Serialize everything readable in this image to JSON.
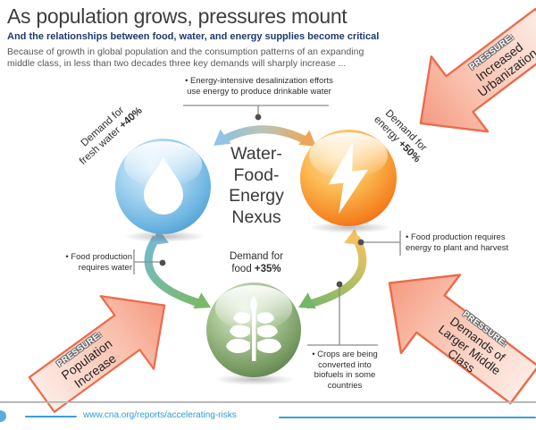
{
  "header": {
    "title": "As population grows, pressures mount",
    "subtitle": "And the relationships between food, water, and energy supplies become critical",
    "body_line1": "Because of growth in global population and the consumption patterns of an expanding",
    "body_line2": "middle class, in less than two decades three key demands will sharply increase ..."
  },
  "nexus": {
    "lines": [
      "Water-",
      "Food-",
      "Energy",
      "Nexus"
    ]
  },
  "demands": {
    "water": {
      "line1": "Demand for",
      "line2": "fresh water",
      "pct": "+40%"
    },
    "energy": {
      "line1": "Demand for",
      "line2": "energy",
      "pct": "+50%"
    },
    "food": {
      "line1": "Demand for",
      "line2": "food",
      "pct": "+35%"
    }
  },
  "annotations": {
    "desalinization": {
      "line1": "• Energy-intensive desalinization efforts",
      "line2": "use energy to produce drinkable water"
    },
    "food_water": {
      "line1": "• Food production",
      "line2": "requires water"
    },
    "food_energy": {
      "line1": "• Food production requires",
      "line2": "energy to plant and harvest"
    },
    "biofuels": {
      "line1": "• Crops are being",
      "line2": "converted into",
      "line3": "biofuels in some",
      "line4": "countries"
    }
  },
  "pressures": {
    "tag": "PRESSURE:",
    "urbanization": {
      "line1": "Increased",
      "line2": "Urbanization"
    },
    "middle_class": {
      "line1": "Demands of",
      "line2": "Larger Middle",
      "line3": "Class"
    },
    "population": {
      "line1": "Population",
      "line2": "Increase"
    }
  },
  "footer": {
    "url": "www.cna.org/reports/accelerating-risks"
  },
  "colors": {
    "title_gray": "#3d3d3d",
    "subtitle_navy": "#1e3a6e",
    "water_blue": "#5fb0dd",
    "energy_orange": "#f26822",
    "food_green": "#5d8a4a",
    "pressure_red": "#ec6a4b",
    "footer_blue": "#2e9bd5"
  }
}
